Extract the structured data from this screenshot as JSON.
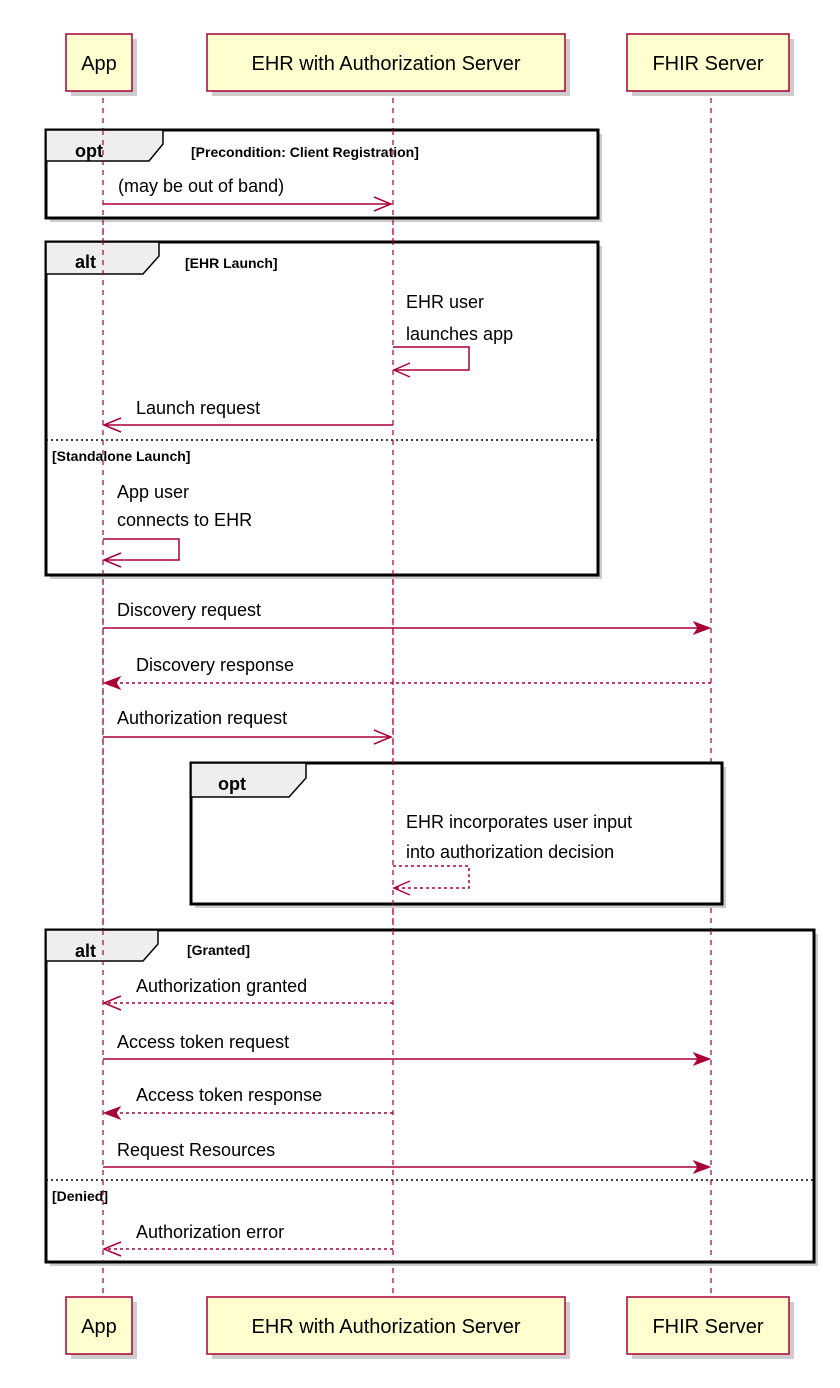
{
  "participants": [
    {
      "id": "app",
      "label": "App"
    },
    {
      "id": "ehr",
      "label": "EHR with Authorization Server"
    },
    {
      "id": "fhir",
      "label": "FHIR Server"
    }
  ],
  "fragments": {
    "registration": {
      "kind": "opt",
      "condition": "[Precondition: Client Registration]"
    },
    "launch": {
      "kind": "alt",
      "condition": "[EHR Launch]",
      "else_condition": "[Standalone Launch]"
    },
    "decision": {
      "kind": "opt",
      "condition": ""
    },
    "result": {
      "kind": "alt",
      "condition": "[Granted]",
      "else_condition": "[Denied]"
    }
  },
  "messages": {
    "registration": "(may be out of band)",
    "ehr_launch": [
      "EHR user",
      "launches app"
    ],
    "launch_request": "Launch request",
    "standalone_launch": [
      "App user",
      "connects to EHR"
    ],
    "discovery_request": "Discovery request",
    "discovery_response": "Discovery response",
    "authorization_request": "Authorization request",
    "ehr_decision": [
      "EHR incorporates user input",
      "into authorization decision"
    ],
    "authorization_granted": "Authorization granted",
    "access_token_request": "Access token request",
    "access_token_response": "Access token response",
    "request_resources": "Request Resources",
    "authorization_error": "Authorization error"
  },
  "colors": {
    "accent": "#A80036",
    "participant_fill": "#FEFECE",
    "fragment_tab": "#EEEEEE"
  }
}
